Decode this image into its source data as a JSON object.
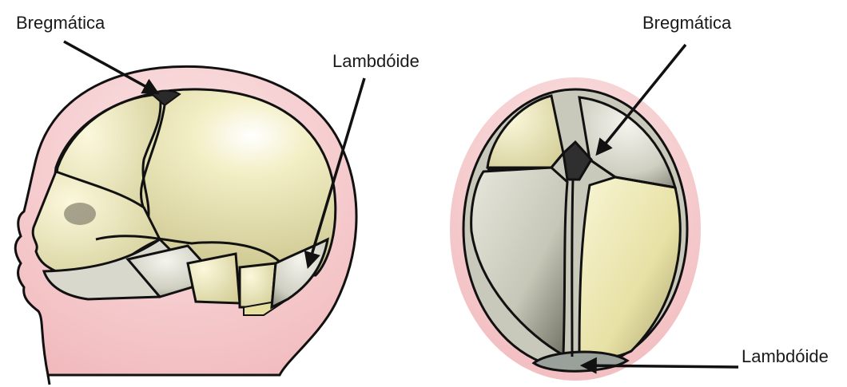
{
  "labels": {
    "side_bregma": "Bregmática",
    "side_lambda": "Lambdóide",
    "top_bregma": "Bregmática",
    "top_lambda": "Lambdóide"
  },
  "colors": {
    "skin": "#f2c4c6",
    "bone_yellow": "#e8e2a4",
    "bone_grey": "#c9c9b9",
    "fontanelle_dark": "#333333",
    "outline": "#111111"
  }
}
